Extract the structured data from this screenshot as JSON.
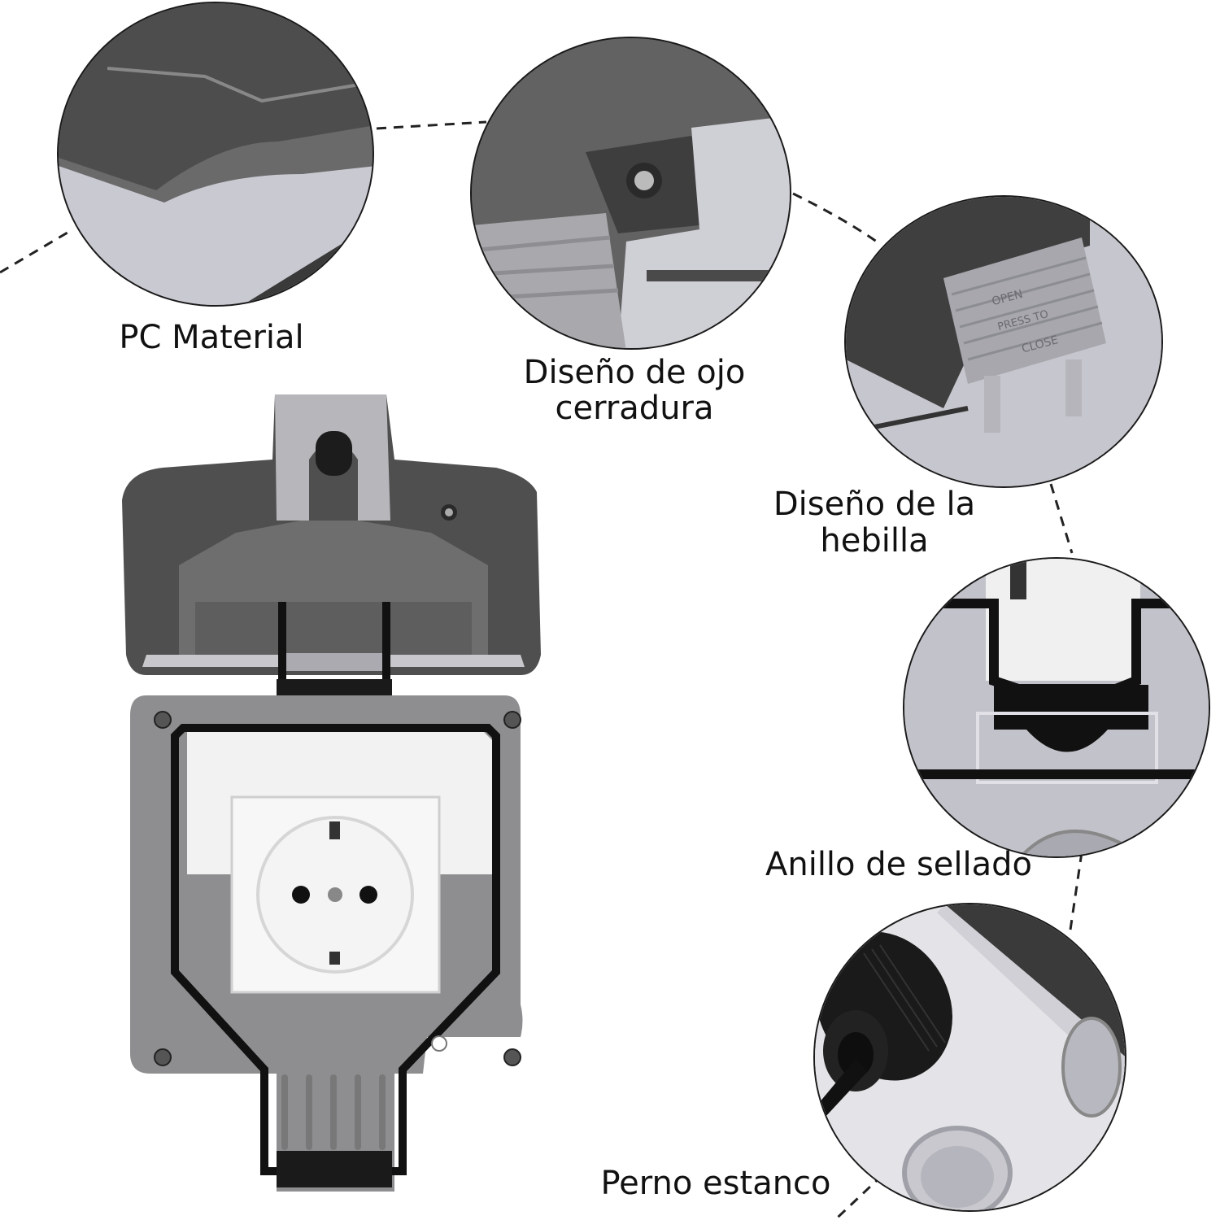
{
  "labels": {
    "pc_material": "PC Material",
    "lock_eye_line1": "Diseño de ojo",
    "lock_eye_line2": "cerradura",
    "buckle_line1": "Diseño de la",
    "buckle_line2": "hebilla",
    "sealing_ring": "Anillo de sellado",
    "waterproof_bolt": "Perno estanco"
  },
  "buckle_engraving": {
    "open": "OPEN",
    "press": "PRESS TO",
    "close": "CLOSE"
  },
  "colors": {
    "background": "#ffffff",
    "lid_dark": "#4a4a4a",
    "body_grey": "#8c8c8c",
    "light_grey": "#c8c8ce",
    "socket_white": "#f4f4f4",
    "gasket_black": "#111111",
    "text": "#111111"
  }
}
